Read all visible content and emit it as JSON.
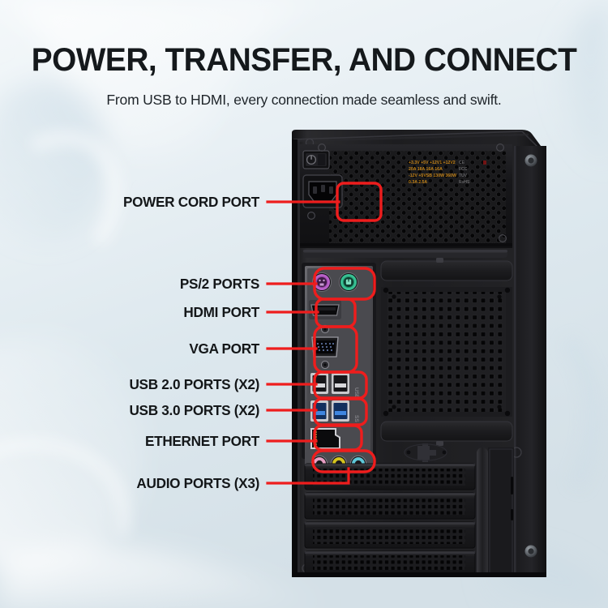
{
  "header": {
    "title": "POWER, TRANSFER, AND CONNECT",
    "subtitle": "From USB to HDMI, every connection made seamless and swift."
  },
  "colors": {
    "background_light": "#f2f6f8",
    "background_blue": "#d6e2e9",
    "callout_red": "#ee1d1d",
    "text_dark": "#141719",
    "case_black": "#1b1b1d",
    "ps2_keyboard_purple": "#b761c8",
    "ps2_mouse_green": "#38bf92",
    "usb3_blue": "#2f6fd0",
    "ethernet_gold": "#d7a33a",
    "audio_pink": "#e89fc4",
    "audio_green": "#d4c41e",
    "audio_blue": "#5ec8d8"
  },
  "callouts": [
    {
      "label": "POWER CORD PORT",
      "name": "power-cord-port"
    },
    {
      "label": "PS/2 PORTS",
      "name": "ps2-ports"
    },
    {
      "label": "HDMI PORT",
      "name": "hdmi-port"
    },
    {
      "label": "VGA PORT",
      "name": "vga-port"
    },
    {
      "label": "USB 2.0 PORTS (X2)",
      "name": "usb-2-ports"
    },
    {
      "label": "USB 3.0 PORTS (X2)",
      "name": "usb-3-ports"
    },
    {
      "label": "ETHERNET PORT",
      "name": "ethernet-port"
    },
    {
      "label": "AUDIO PORTS (X3)",
      "name": "audio-ports"
    }
  ],
  "device": {
    "type": "desktop-computer-tower-rear",
    "sections": [
      "power-supply-unit",
      "motherboard-io-panel",
      "expansion-slots",
      "side-panel"
    ]
  }
}
